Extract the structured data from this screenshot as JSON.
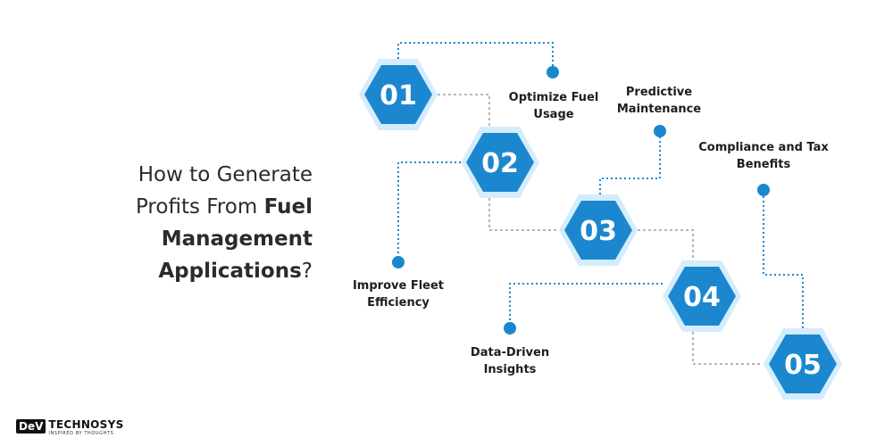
{
  "title": {
    "line1": "How to Generate",
    "line2_plain": "Profits From",
    "line2_bold": "Fuel",
    "line3_bold": "Management",
    "line4_bold": "Applications",
    "line4_plain": "?"
  },
  "steps": [
    {
      "number": "01",
      "label_line1": "Optimize Fuel",
      "label_line2": "Usage"
    },
    {
      "number": "02",
      "label_line1": "Improve Fleet",
      "label_line2": "Efficiency"
    },
    {
      "number": "03",
      "label_line1": "Predictive",
      "label_line2": "Maintenance"
    },
    {
      "number": "04",
      "label_line1": "Data-Driven",
      "label_line2": "Insights"
    },
    {
      "number": "05",
      "label_line1": "Compliance and Tax",
      "label_line2": "Benefits"
    }
  ],
  "logo": {
    "mark": "DeV",
    "name": "TECHNOSYS",
    "tagline": "INSPIRED BY THOUGHTS"
  },
  "colors": {
    "hex_fill": "#1b87cf",
    "hex_ring": "#d4ecfb",
    "dot": "#1b87cf",
    "connector_blue": "#1b87cf",
    "connector_gray": "#b5b5b5",
    "text": "#2b2b2b"
  }
}
